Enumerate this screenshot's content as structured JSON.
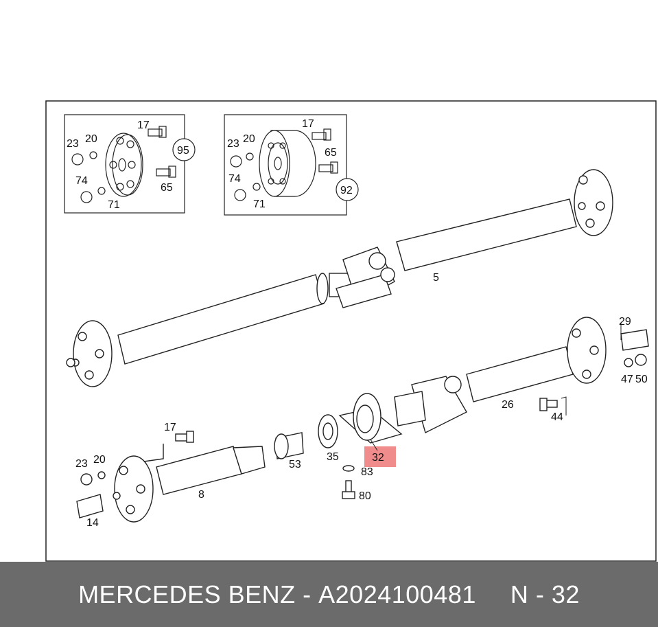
{
  "diagram": {
    "labels": {
      "p17a": "17",
      "p20a": "20",
      "p23a": "23",
      "p95": "95",
      "p74a": "74",
      "p65a": "65",
      "p71a": "71",
      "p17b": "17",
      "p20b": "20",
      "p23b": "23",
      "p65b": "65",
      "p92": "92",
      "p74b": "74",
      "p71b": "71",
      "p5": "5",
      "p29": "29",
      "p47": "47",
      "p50": "50",
      "p26": "26",
      "p44": "44",
      "p17c": "17",
      "p23c": "23",
      "p20c": "20",
      "p53": "53",
      "p35": "35",
      "p32": "32",
      "p83": "83",
      "p80": "80",
      "p8": "8",
      "p14": "14"
    },
    "highlight_color": "#f08080"
  },
  "footer": {
    "brand": "MERCEDES BENZ",
    "separator": "-",
    "part_number": "A2024100481",
    "position_label": "N - 32"
  }
}
